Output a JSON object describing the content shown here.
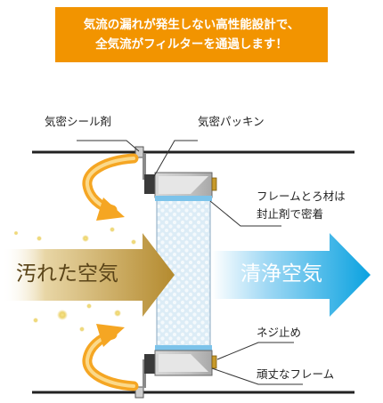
{
  "banner": {
    "line1": "気流の漏れが発生しない高性能設計で、",
    "line2": "全気流がフィルターを通過します！"
  },
  "labels": {
    "sealant": "気密シール剤",
    "gasket": "気密パッキン",
    "frame_media_line1": "フレームとろ材は",
    "frame_media_line2": "封止剤で密着",
    "screw": "ネジ止め",
    "sturdy_frame": "頑丈なフレーム"
  },
  "arrows": {
    "dirty_air": "汚れた空気",
    "clean_air": "清浄空気"
  },
  "colors": {
    "banner": "#f29400",
    "dirty_air": "#b08a3a",
    "clean_air": "#0aa2e0",
    "flow_arrow": "#f2a020"
  }
}
